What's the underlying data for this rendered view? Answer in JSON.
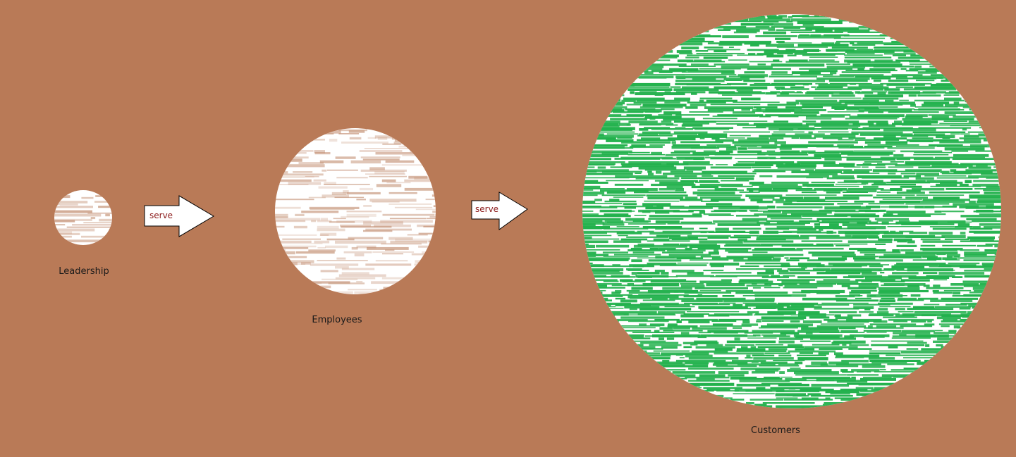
{
  "nodes": [
    {
      "label": "Leadership",
      "fill": "#ffffff",
      "texture": "#c08a6c"
    },
    {
      "label": "Employees",
      "fill": "#ffffff",
      "texture": "#c08a6c"
    },
    {
      "label": "Customers",
      "fill": "#ffffff",
      "texture": "#22b14c"
    }
  ],
  "arrows": [
    {
      "label": "serve"
    },
    {
      "label": "serve"
    }
  ],
  "colors": {
    "background": "#b97a57",
    "arrow_fill": "#ffffff",
    "arrow_label": "#8b1a1a",
    "customer_green": "#22b14c",
    "brown_texture": "#c08a6c"
  }
}
